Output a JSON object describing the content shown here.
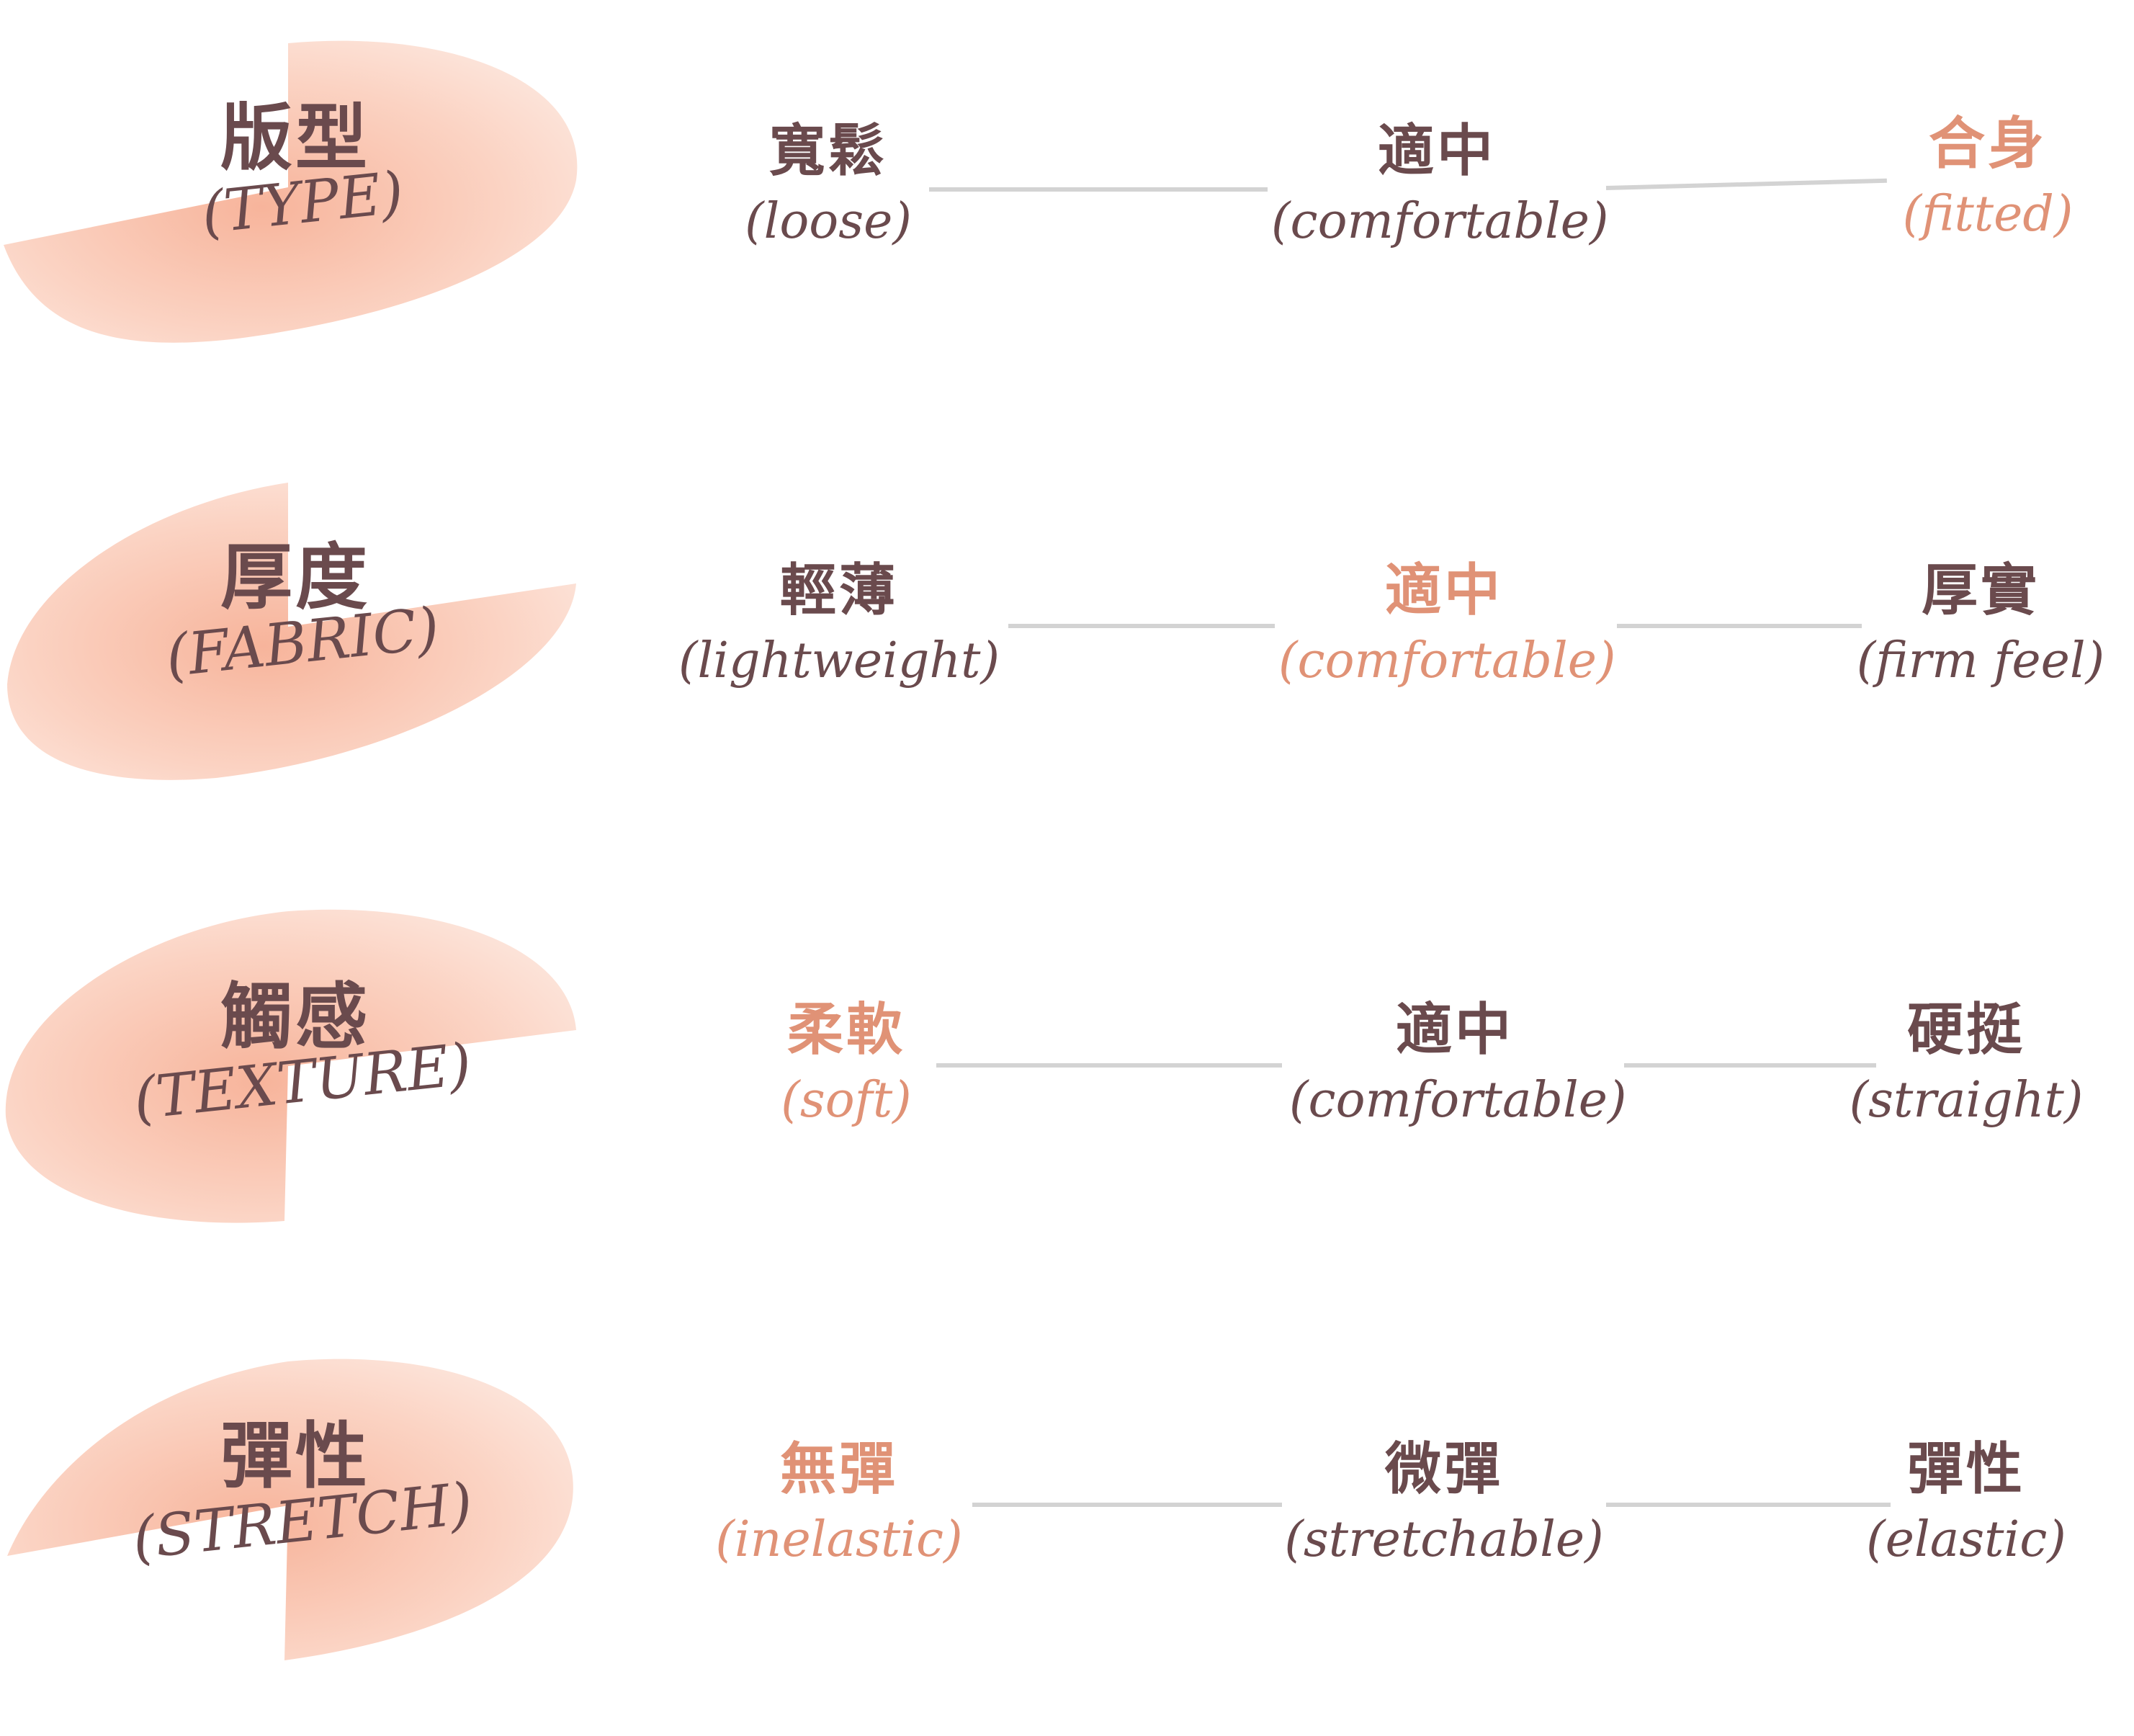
{
  "accent_color": "#e09276",
  "text_color": "#6a4a4d",
  "badge_color": "#f7b7a0",
  "rows": [
    {
      "label_cn": "版型",
      "label_en": "(TYPE)",
      "options": [
        {
          "cn": "寬鬆",
          "en": "(loose)",
          "active": false
        },
        {
          "cn": "適中",
          "en": "(comfortable)",
          "active": false
        },
        {
          "cn": "合身",
          "en": "(fitted)",
          "active": true
        }
      ]
    },
    {
      "label_cn": "厚度",
      "label_en": "(FABRIC)",
      "options": [
        {
          "cn": "輕薄",
          "en": "(lightweight)",
          "active": false
        },
        {
          "cn": "適中",
          "en": "(comfortable)",
          "active": true
        },
        {
          "cn": "厚實",
          "en": "(firm feel)",
          "active": false
        }
      ]
    },
    {
      "label_cn": "觸感",
      "label_en": "(TEXTURE)",
      "options": [
        {
          "cn": "柔軟",
          "en": "(soft)",
          "active": true
        },
        {
          "cn": "適中",
          "en": "(comfortable)",
          "active": false
        },
        {
          "cn": "硬挺",
          "en": "(straight)",
          "active": false
        }
      ]
    },
    {
      "label_cn": "彈性",
      "label_en": "(STRETCH)",
      "options": [
        {
          "cn": "無彈",
          "en": "(inelastic)",
          "active": true
        },
        {
          "cn": "微彈",
          "en": "(stretchable)",
          "active": false
        },
        {
          "cn": "彈性",
          "en": "(elastic)",
          "active": false
        }
      ]
    }
  ]
}
